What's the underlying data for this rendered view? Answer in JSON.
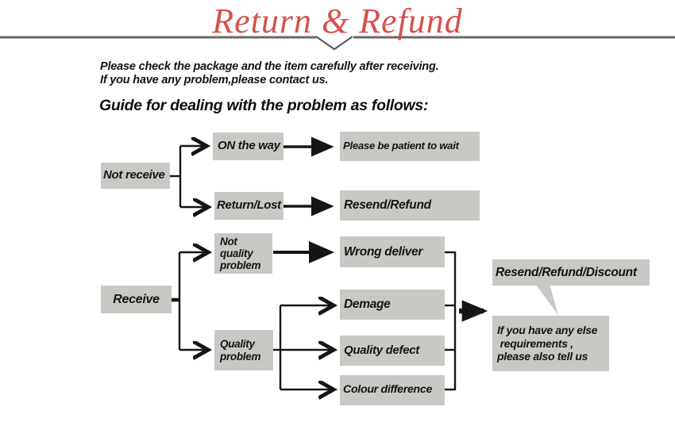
{
  "title": "Return & Refund",
  "intro": {
    "line1": "Please check the package and the item carefully after receiving.",
    "line2": "If you have any problem,please contact us."
  },
  "heading": "Guide for dealing with the problem as follows:",
  "colors": {
    "accent_red": "#d6514c",
    "box_gray": "#c9c8c4",
    "connector_black": "#151515",
    "divider_gray": "#686868"
  },
  "flowchart": {
    "nodes": [
      {
        "id": "not-receive",
        "label": "Not receive"
      },
      {
        "id": "on-the-way",
        "label": "ON the way"
      },
      {
        "id": "please-be-patient",
        "label": "Please be patient to wait"
      },
      {
        "id": "return-lost",
        "label": "Return/Lost"
      },
      {
        "id": "resend-refund",
        "label": "Resend/Refund"
      },
      {
        "id": "not-quality-problem",
        "label": "Not\nquality\nproblem"
      },
      {
        "id": "receive",
        "label": "Receive"
      },
      {
        "id": "quality-problem",
        "label": "Quality\nproblem"
      },
      {
        "id": "wrong-deliver",
        "label": "Wrong deliver"
      },
      {
        "id": "demage",
        "label": "Demage"
      },
      {
        "id": "quality-defect",
        "label": "Quality defect"
      },
      {
        "id": "colour-difference",
        "label": "Colour difference"
      },
      {
        "id": "resend-refund-discount",
        "label": "Resend/Refund/Discount"
      },
      {
        "id": "requirements-note",
        "label": "If you have any else\n requirements ,\nplease also tell us"
      }
    ],
    "edges": [
      {
        "from": "not-receive",
        "to": "on-the-way"
      },
      {
        "from": "not-receive",
        "to": "return-lost"
      },
      {
        "from": "on-the-way",
        "to": "please-be-patient"
      },
      {
        "from": "return-lost",
        "to": "resend-refund"
      },
      {
        "from": "receive",
        "to": "not-quality-problem"
      },
      {
        "from": "receive",
        "to": "quality-problem"
      },
      {
        "from": "not-quality-problem",
        "to": "wrong-deliver"
      },
      {
        "from": "quality-problem",
        "to": "demage"
      },
      {
        "from": "quality-problem",
        "to": "quality-defect"
      },
      {
        "from": "quality-problem",
        "to": "colour-difference"
      },
      {
        "from": "wrong-deliver,demage,quality-defect,colour-difference",
        "to": "resend-refund-discount"
      },
      {
        "from": "resend-refund-discount",
        "to": "requirements-note"
      }
    ]
  }
}
